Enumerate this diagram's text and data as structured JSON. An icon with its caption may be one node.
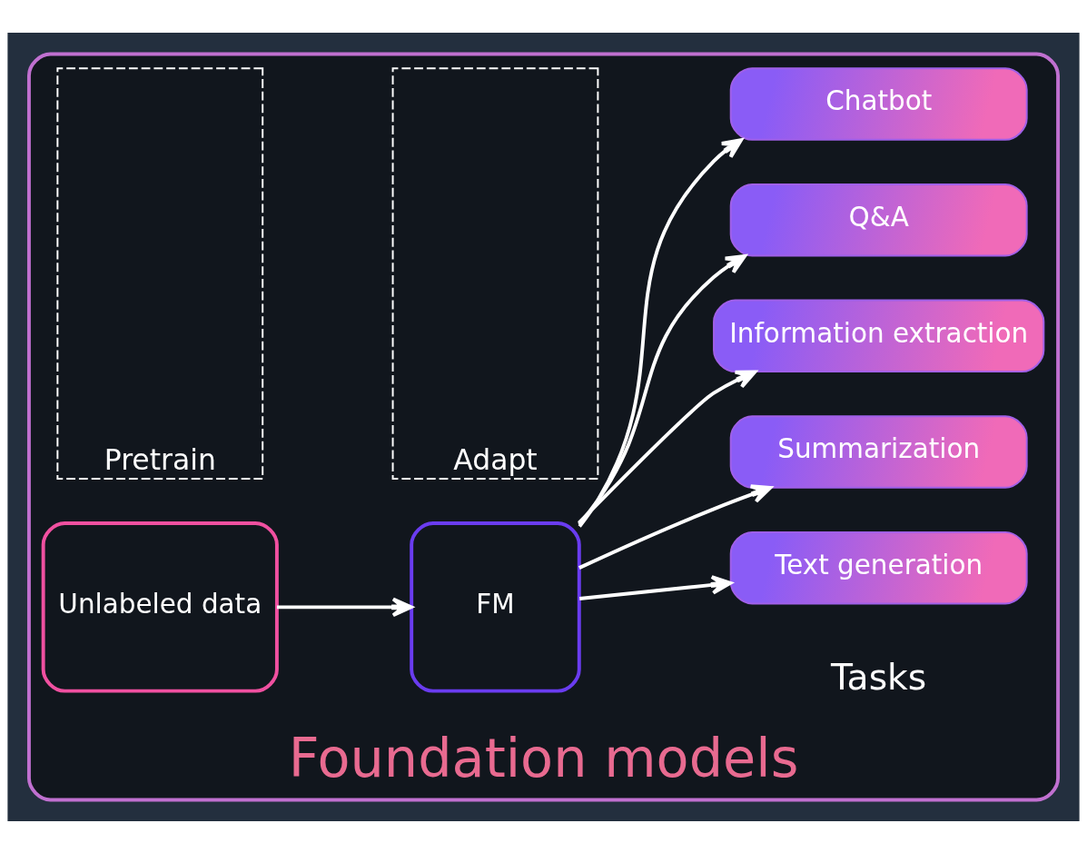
{
  "diagram": {
    "nodes": [
      {
        "text": [
          "Foundation models"
        ]
      },
      {
        "text": [
          "Pretrain"
        ],
        "in": 0
      },
      {
        "text": [
          "Adapt"
        ],
        "in": 0
      },
      {
        "text": [
          "Unlabeled data"
        ],
        "in": 0
      },
      {
        "text": [
          "FM"
        ],
        "in": 0
      },
      {
        "text": [
          "Text generation"
        ],
        "in": 0
      },
      {
        "text": [
          "Summarization"
        ],
        "in": 0
      },
      {
        "text": [
          "Information extraction"
        ],
        "in": 0
      },
      {
        "text": [
          "Q&A"
        ],
        "in": 0
      },
      {
        "text": [
          "Chatbot"
        ],
        "in": 0
      }
    ],
    "edges": [
      {
        "from": 3,
        "to": 4,
        "arrow": "to"
      },
      {
        "from": 4,
        "to": 5,
        "arrow": "to"
      },
      {
        "from": 4,
        "to": 6,
        "arrow": "to"
      },
      {
        "from": 4,
        "to": 7,
        "arrow": "to"
      },
      {
        "from": 4,
        "to": 8,
        "arrow": "to"
      },
      {
        "from": 4,
        "to": 9,
        "arrow": "to"
      }
    ],
    "labels": [
      "Tasks"
    ]
  }
}
